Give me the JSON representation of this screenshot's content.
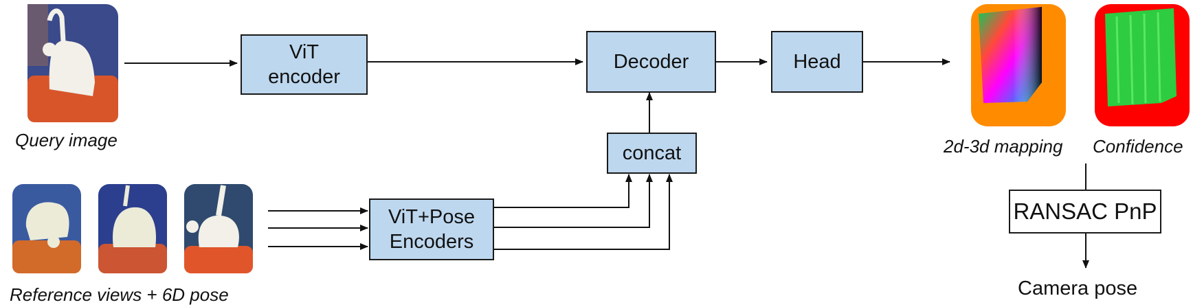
{
  "blocks": {
    "vit_encoder": "ViT\nencoder",
    "decoder": "Decoder",
    "head": "Head",
    "concat": "concat",
    "vit_pose": "ViT+Pose\nEncoders",
    "ransac": "RANSAC PnP"
  },
  "captions": {
    "query": "Query image",
    "reference": "Reference views + 6D pose",
    "mapping": "2d-3d mapping",
    "confidence": "Confidence",
    "camera_pose": "Camera pose"
  },
  "colors": {
    "block_fill": "#bdd7ee",
    "mapping_border": "#ff8c00",
    "confidence_bg": "#ff0000",
    "confidence_fg": "#2ecc40"
  }
}
